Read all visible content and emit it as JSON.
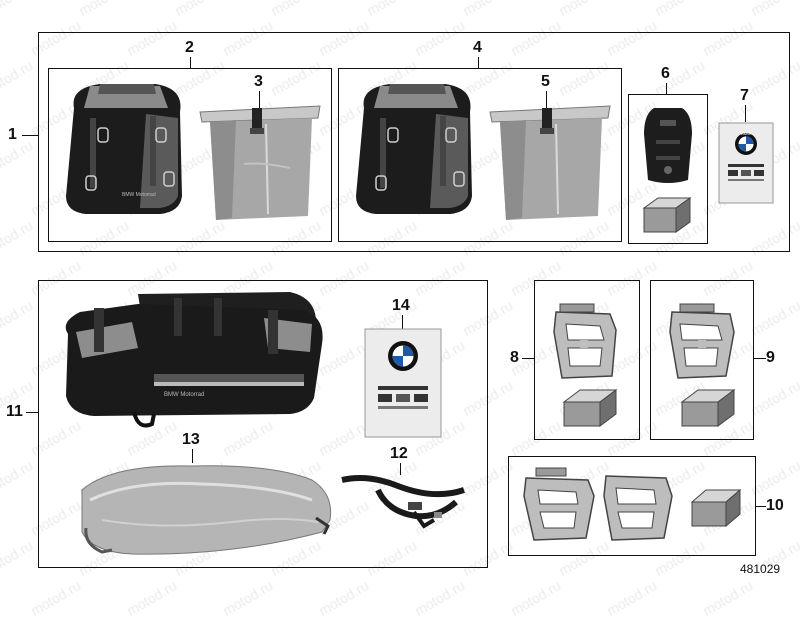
{
  "diagram": {
    "catalog_number": "481029",
    "watermark": "motod.ru",
    "callouts": {
      "c1": "1",
      "c2": "2",
      "c3": "3",
      "c4": "4",
      "c5": "5",
      "c6": "6",
      "c7": "7",
      "c8": "8",
      "c9": "9",
      "c10": "10",
      "c11": "11",
      "c12": "12",
      "c13": "13",
      "c14": "14"
    },
    "brand_marks": {
      "bag_label": "BMW Motorrad",
      "badge": "BMW"
    }
  }
}
